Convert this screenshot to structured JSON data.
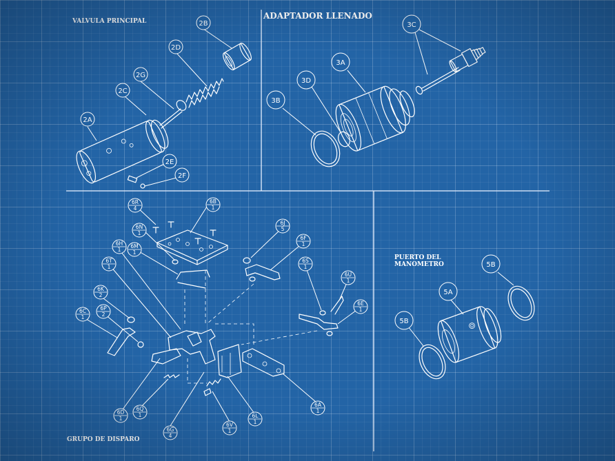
{
  "sections": {
    "main_valve": "VALVULA PRINCIPAL",
    "fill_adapter": "ADAPTADOR LLENADO",
    "gauge_port_line1": "PUERTO DEL",
    "gauge_port_line2": "MANOMETRO",
    "trigger_group": "GRUPO DE DISPARO"
  },
  "callouts": {
    "c2B": "2B",
    "c2D": "2D",
    "c2G": "2G",
    "c2C": "2C",
    "c2A": "2A",
    "c2E": "2E",
    "c2F": "2F",
    "c3C": "3C",
    "c3A": "3A",
    "c3D": "3D",
    "c3B": "3B",
    "c5B_top": "5B",
    "c5A": "5A",
    "c5B_left": "5B",
    "c6R": "6R",
    "q6R": "4",
    "c6B": "6B",
    "q6B": "1",
    "c6N": "6N",
    "q6N": "1",
    "c6J": "6J",
    "q6J": "5",
    "c6H": "6H",
    "q6H": "1",
    "c6M": "6M",
    "q6M": "1",
    "c6F": "6F",
    "q6F": "1",
    "c6T": "6T",
    "q6T": "1",
    "c6S": "6S",
    "q6S": "1",
    "c6U": "6U",
    "q6U": "1",
    "c6K": "6K",
    "q6K": "2",
    "c6E": "6E",
    "q6E": "1",
    "c6C": "6C",
    "q6C": "1",
    "c6P": "6P",
    "q6P": "2",
    "c6D": "6D",
    "q6D": "1",
    "c6Q": "6Q",
    "q6Q": "1",
    "c6A": "6A",
    "q6A": "1",
    "c6G": "6G",
    "q6G": "4",
    "c6V": "6V",
    "q6V": "1",
    "c6L": "6L",
    "q6L": "1"
  },
  "colors": {
    "background": "#2364a6",
    "lines": "#ffffff"
  }
}
